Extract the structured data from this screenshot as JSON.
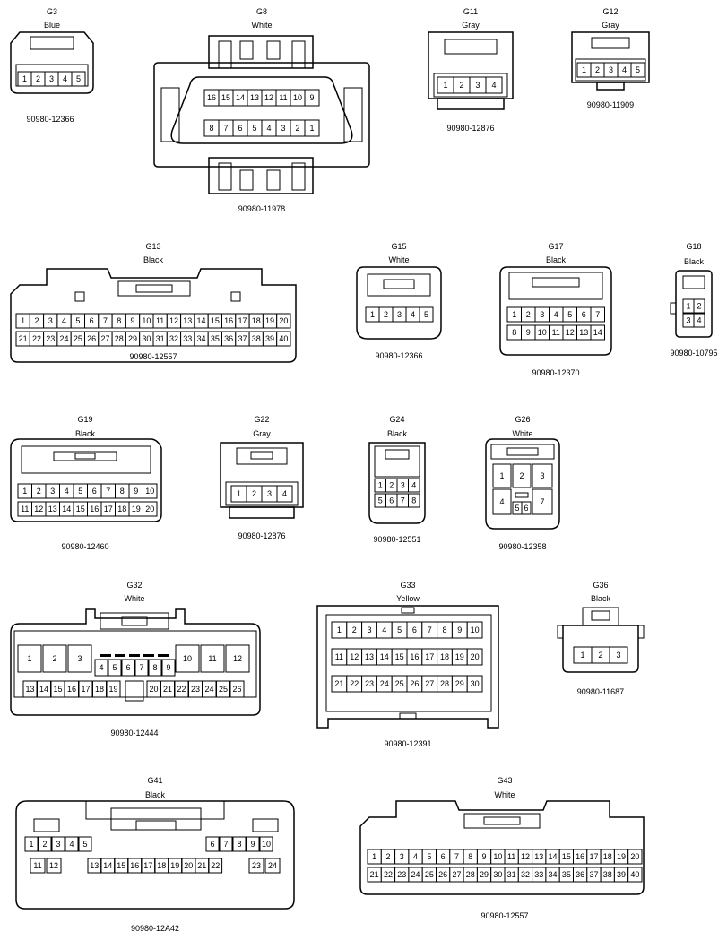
{
  "connectors": {
    "G3": {
      "id": "G3",
      "color": "Blue",
      "part": "90980-12366",
      "rows": [
        [
          "1",
          "2",
          "3",
          "4",
          "5"
        ]
      ]
    },
    "G8": {
      "id": "G8",
      "color": "White",
      "part": "90980-11978",
      "rows": [
        [
          "16",
          "15",
          "14",
          "13",
          "12",
          "11",
          "10",
          "9"
        ],
        [
          "8",
          "7",
          "6",
          "5",
          "4",
          "3",
          "2",
          "1"
        ]
      ]
    },
    "G11": {
      "id": "G11",
      "color": "Gray",
      "part": "90980-12876",
      "rows": [
        [
          "1",
          "2",
          "3",
          "4"
        ]
      ]
    },
    "G12": {
      "id": "G12",
      "color": "Gray",
      "part": "90980-11909",
      "rows": [
        [
          "1",
          "2",
          "3",
          "4",
          "5"
        ]
      ]
    },
    "G13": {
      "id": "G13",
      "color": "Black",
      "part": "90980-12557",
      "rows": [
        [
          "1",
          "2",
          "3",
          "4",
          "5",
          "6",
          "7",
          "8",
          "9",
          "10",
          "11",
          "12",
          "13",
          "14",
          "15",
          "16",
          "17",
          "18",
          "19",
          "20"
        ],
        [
          "21",
          "22",
          "23",
          "24",
          "25",
          "26",
          "27",
          "28",
          "29",
          "30",
          "31",
          "32",
          "33",
          "34",
          "35",
          "36",
          "37",
          "38",
          "39",
          "40"
        ]
      ]
    },
    "G15": {
      "id": "G15",
      "color": "White",
      "part": "90980-12366",
      "rows": [
        [
          "1",
          "2",
          "3",
          "4",
          "5"
        ]
      ]
    },
    "G17": {
      "id": "G17",
      "color": "Black",
      "part": "90980-12370",
      "rows": [
        [
          "1",
          "2",
          "3",
          "4",
          "5",
          "6",
          "7"
        ],
        [
          "8",
          "9",
          "10",
          "11",
          "12",
          "13",
          "14"
        ]
      ]
    },
    "G18": {
      "id": "G18",
      "color": "Black",
      "part": "90980-10795",
      "rows": [
        [
          "1",
          "2"
        ],
        [
          "3",
          "4"
        ]
      ]
    },
    "G19": {
      "id": "G19",
      "color": "Black",
      "part": "90980-12460",
      "rows": [
        [
          "1",
          "2",
          "3",
          "4",
          "5",
          "6",
          "7",
          "8",
          "9",
          "10"
        ],
        [
          "11",
          "12",
          "13",
          "14",
          "15",
          "16",
          "17",
          "18",
          "19",
          "20"
        ]
      ]
    },
    "G22": {
      "id": "G22",
      "color": "Gray",
      "part": "90980-12876",
      "rows": [
        [
          "1",
          "2",
          "3",
          "4"
        ]
      ]
    },
    "G24": {
      "id": "G24",
      "color": "Black",
      "part": "90980-12551",
      "rows": [
        [
          "1",
          "2",
          "3",
          "4"
        ],
        [
          "5",
          "6",
          "7",
          "8"
        ]
      ]
    },
    "G26": {
      "id": "G26",
      "color": "White",
      "part": "90980-12358",
      "pins": [
        "1",
        "2",
        "3",
        "4",
        "5",
        "6",
        "7"
      ]
    },
    "G32": {
      "id": "G32",
      "color": "White",
      "part": "90980-12444",
      "big": [
        "1",
        "2",
        "3",
        "10",
        "11",
        "12"
      ],
      "mid": [
        "4",
        "5",
        "6",
        "7",
        "8",
        "9"
      ],
      "low_left": [
        "13",
        "14",
        "15",
        "16",
        "17",
        "18",
        "19"
      ],
      "low_right": [
        "20",
        "21",
        "22",
        "23",
        "24",
        "25",
        "26"
      ]
    },
    "G33": {
      "id": "G33",
      "color": "Yellow",
      "part": "90980-12391",
      "rows": [
        [
          "1",
          "2",
          "3",
          "4",
          "5",
          "6",
          "7",
          "8",
          "9",
          "10"
        ],
        [
          "11",
          "12",
          "13",
          "14",
          "15",
          "16",
          "17",
          "18",
          "19",
          "20"
        ],
        [
          "21",
          "22",
          "23",
          "24",
          "25",
          "26",
          "27",
          "28",
          "29",
          "30"
        ]
      ]
    },
    "G36": {
      "id": "G36",
      "color": "Black",
      "part": "90980-11687",
      "rows": [
        [
          "1",
          "2",
          "3"
        ]
      ]
    },
    "G41": {
      "id": "G41",
      "color": "Black",
      "part": "90980-12A42",
      "top_left": [
        "1",
        "2",
        "3",
        "4",
        "5"
      ],
      "top_right": [
        "6",
        "7",
        "8",
        "9",
        "10"
      ],
      "bottom_left": [
        "11",
        "12"
      ],
      "bottom_mid": [
        "13",
        "14",
        "15",
        "16",
        "17",
        "18",
        "19",
        "20",
        "21",
        "22"
      ],
      "bottom_right": [
        "23",
        "24"
      ]
    },
    "G43": {
      "id": "G43",
      "color": "White",
      "part": "90980-12557",
      "rows": [
        [
          "1",
          "2",
          "3",
          "4",
          "5",
          "6",
          "7",
          "8",
          "9",
          "10",
          "11",
          "12",
          "13",
          "14",
          "15",
          "16",
          "17",
          "18",
          "19",
          "20"
        ],
        [
          "21",
          "22",
          "23",
          "24",
          "25",
          "26",
          "27",
          "28",
          "29",
          "30",
          "31",
          "32",
          "33",
          "34",
          "35",
          "36",
          "37",
          "38",
          "39",
          "40"
        ]
      ]
    }
  }
}
